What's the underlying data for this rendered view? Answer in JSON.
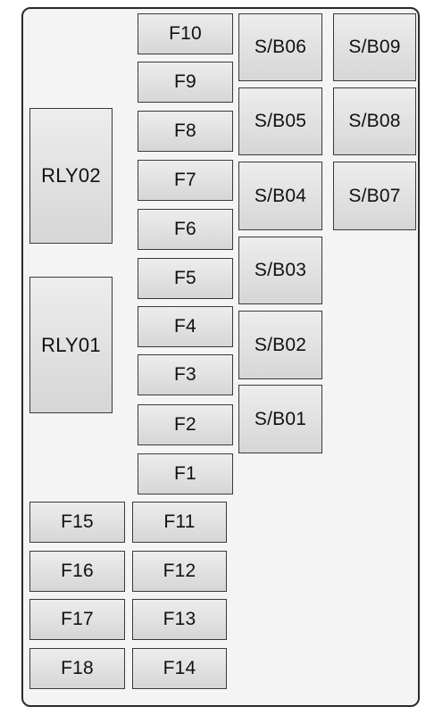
{
  "fuses": {
    "F1": "F1",
    "F2": "F2",
    "F3": "F3",
    "F4": "F4",
    "F5": "F5",
    "F6": "F6",
    "F7": "F7",
    "F8": "F8",
    "F9": "F9",
    "F10": "F10",
    "F11": "F11",
    "F12": "F12",
    "F13": "F13",
    "F14": "F14",
    "F15": "F15",
    "F16": "F16",
    "F17": "F17",
    "F18": "F18"
  },
  "sb_fuses": {
    "SB01": "S/B01",
    "SB02": "S/B02",
    "SB03": "S/B03",
    "SB04": "S/B04",
    "SB05": "S/B05",
    "SB06": "S/B06",
    "SB07": "S/B07",
    "SB08": "S/B08",
    "SB09": "S/B09"
  },
  "relays": {
    "RLY01": "RLY01",
    "RLY02": "RLY02"
  }
}
